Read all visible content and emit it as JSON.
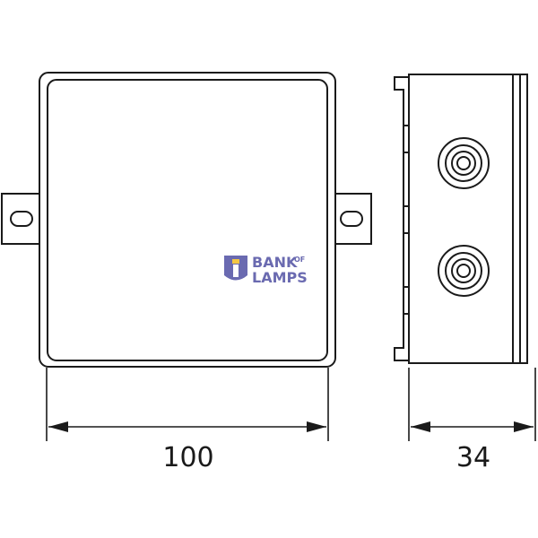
{
  "dimensions": {
    "width_label": "100",
    "depth_label": "34"
  },
  "logo": {
    "line1": "BANK",
    "line1_suffix": "OF",
    "line2": "LAMPS",
    "color": "#5a5aa8",
    "accent": "#f2c230"
  },
  "colors": {
    "line": "#1a1a1a",
    "background": "#ffffff"
  }
}
